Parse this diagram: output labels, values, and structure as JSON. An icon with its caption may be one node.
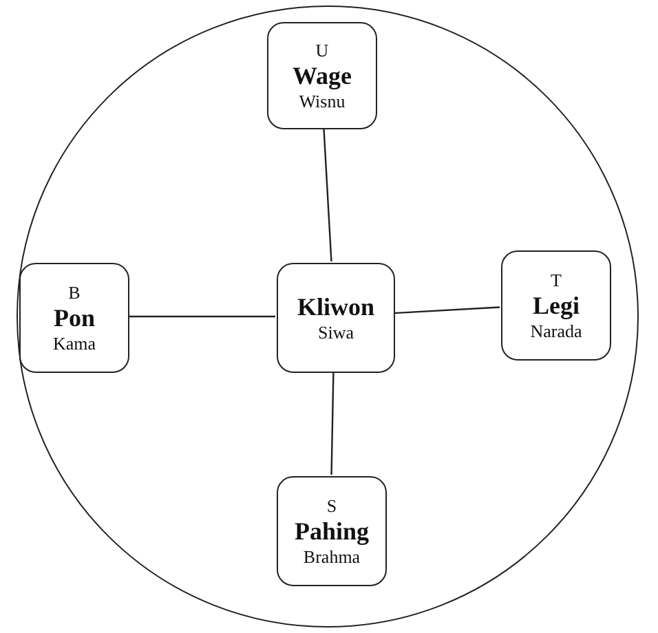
{
  "diagram": {
    "nodes": [
      {
        "text": [],
        "shape": "circle"
      },
      {
        "text": [
          "U",
          "Wage",
          "Wisnu"
        ],
        "in": 0
      },
      {
        "text": [
          "B",
          "Pon",
          "Kama"
        ],
        "in": 0
      },
      {
        "text": [
          "Kliwon",
          "Siwa"
        ],
        "in": 0
      },
      {
        "text": [
          "T",
          "Legi",
          "Narada"
        ],
        "in": 0
      },
      {
        "text": [
          "S",
          "Pahing",
          "Brahma"
        ],
        "in": 0
      }
    ],
    "edges": [
      {
        "from": 1,
        "to": 3,
        "arrow": "none"
      },
      {
        "from": 2,
        "to": 3,
        "arrow": "none"
      },
      {
        "from": 3,
        "to": 4,
        "arrow": "none"
      },
      {
        "from": 3,
        "to": 5,
        "arrow": "none"
      }
    ]
  }
}
